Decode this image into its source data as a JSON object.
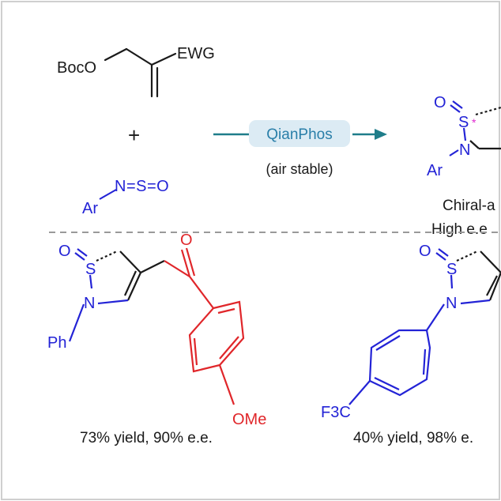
{
  "scheme": {
    "reactant1": {
      "boc_label": "BocO",
      "ewg_label": "EWG"
    },
    "plus": "+",
    "reactant2": {
      "chain": "N=S=O",
      "ar_label": "Ar"
    },
    "arrow": {
      "catalyst": "QianPhos",
      "condition": "(air stable)"
    },
    "product": {
      "o": "O",
      "s": "S",
      "n": "N",
      "ar": "Ar",
      "star": "*",
      "line1": "Chiral-a",
      "line2": "High e.e"
    }
  },
  "examples": [
    {
      "o": "O",
      "s": "S",
      "n": "N",
      "sub": "Ph",
      "carbonyl_o": "O",
      "ome": "OMe",
      "result": "73% yield, 90% e.e."
    },
    {
      "o": "O",
      "s": "S",
      "n": "N",
      "cf3": "F3C",
      "result": "40% yield, 98% e."
    }
  ],
  "colors": {
    "blue": "#2323d6",
    "red": "#e0262a",
    "teal": "#1f7d8a",
    "pill_fill": "#dcebf4",
    "pill_text": "#2a7fa9",
    "magenta": "#e02ad0",
    "ink": "#1a1a1a",
    "dash": "#9a9a9a"
  }
}
